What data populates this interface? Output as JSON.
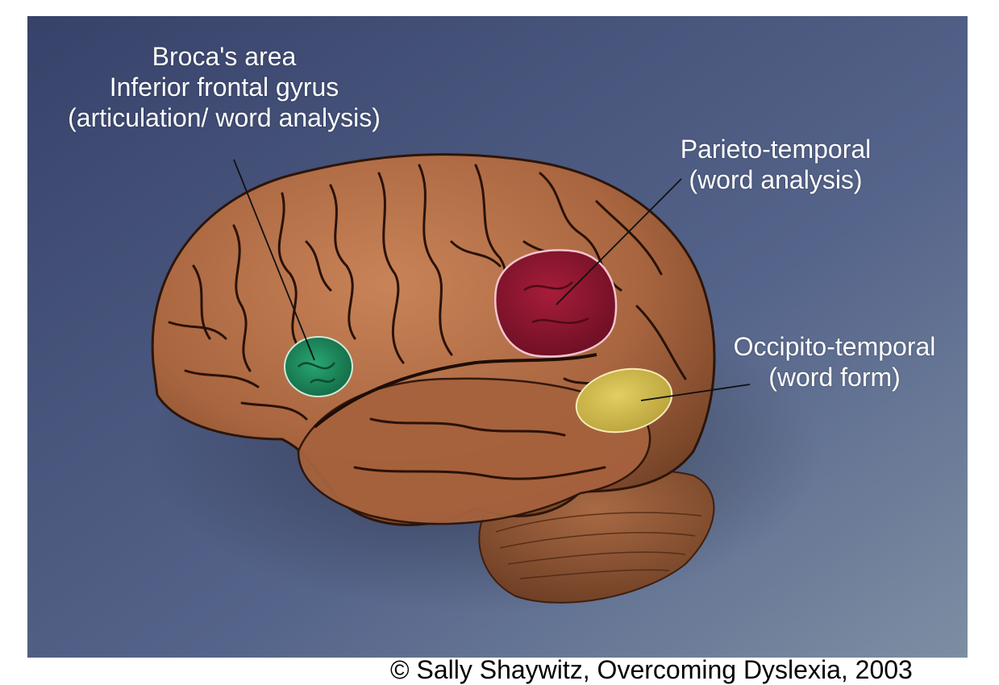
{
  "colors": {
    "background_top": "#3e4a70",
    "background_bottom": "#6e7f99",
    "brain": "#b9714a",
    "broca_region": "#1e8a5e",
    "parieto_temporal_region": "#8e1530",
    "occipito_temporal_region": "#d6c04e",
    "label_text": "#ffffff"
  },
  "labels": {
    "broca": {
      "line1": "Broca's area",
      "line2": "Inferior frontal gyrus",
      "line3": "(articulation/ word analysis)"
    },
    "parieto_temporal": {
      "line1": "Parieto-temporal",
      "line2": "(word analysis)"
    },
    "occipito_temporal": {
      "line1": "Occipito-temporal",
      "line2": "(word form)"
    }
  },
  "credit": "© Sally Shaywitz, Overcoming Dyslexia, 2003"
}
